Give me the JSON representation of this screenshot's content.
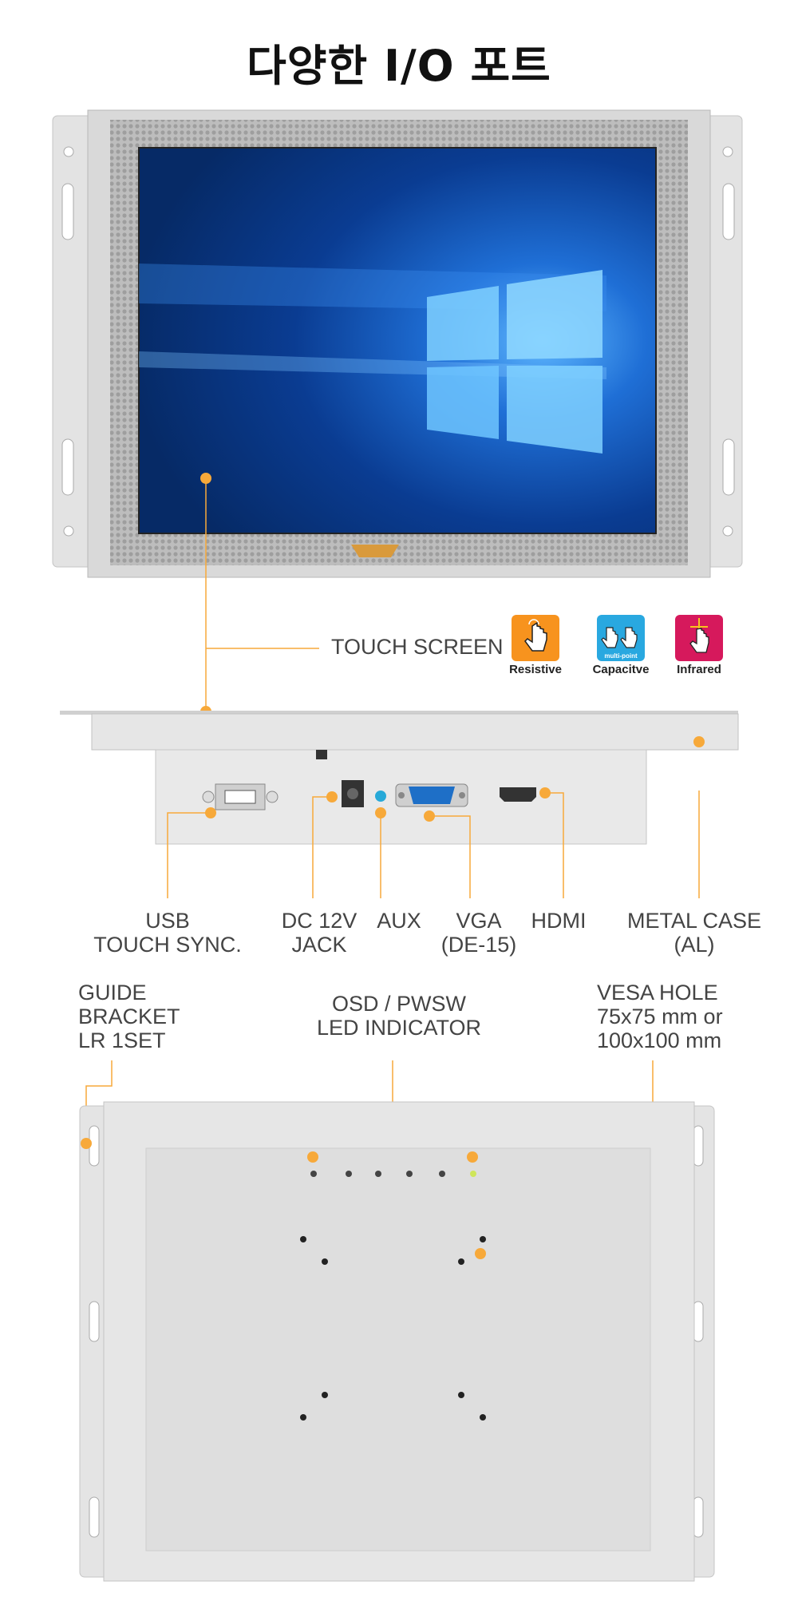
{
  "title": "다양한 I/O 포트",
  "touch": {
    "label": "TOUCH SCREEN",
    "types": [
      {
        "name": "Resistive",
        "color": "#f7931e",
        "icon": "hand-pointer-icon"
      },
      {
        "name": "Capacitve",
        "color": "#29a8e0",
        "icon": "multi-touch-icon",
        "sub": "multi-point"
      },
      {
        "name": "Infrared",
        "color": "#d6195c",
        "icon": "hand-crosshair-icon"
      }
    ]
  },
  "ports": {
    "usb": "USB\nTOUCH SYNC.",
    "dc": "DC 12V\nJACK",
    "aux": "AUX",
    "vga": "VGA\n(DE-15)",
    "hdmi": "HDMI",
    "case": "METAL CASE\n(AL)"
  },
  "rear": {
    "bracket": "GUIDE\nBRACKET\nLR 1SET",
    "osd": "OSD / PWSW\nLED INDICATOR",
    "vesa": "VESA HOLE\n75x75 mm or\n100x100 mm"
  },
  "colors": {
    "accent": "#f7a93a",
    "metal": "#dcdcdc",
    "screen": "#0b3a86"
  }
}
